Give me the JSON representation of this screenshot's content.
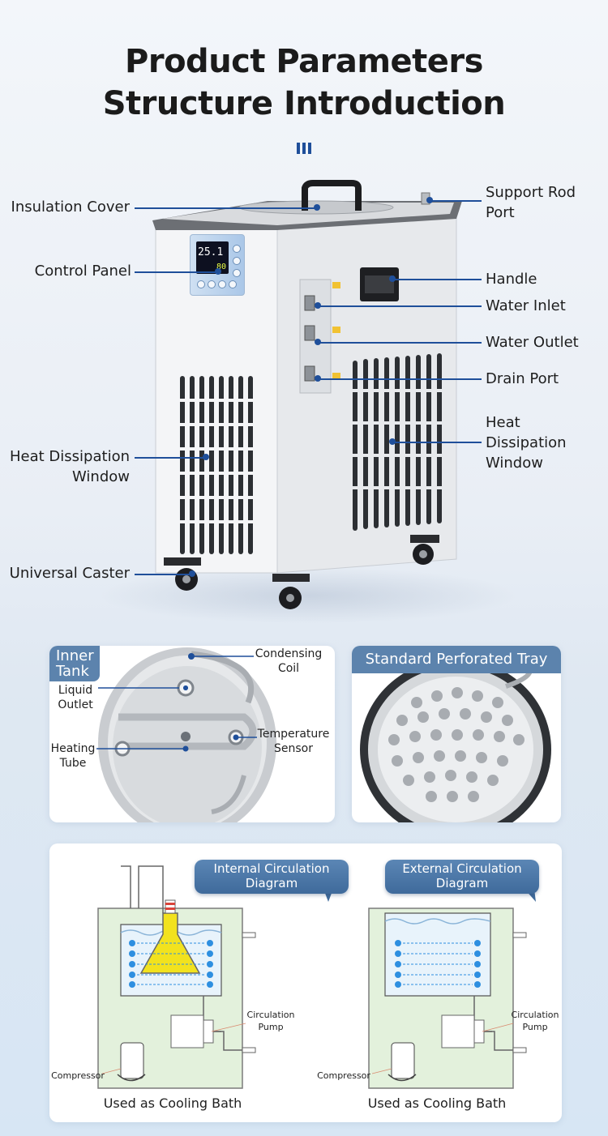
{
  "header": {
    "title_line1": "Product Parameters",
    "title_line2": "Structure Introduction"
  },
  "callouts_left": {
    "insulation_cover": "Insulation Cover",
    "control_panel": "Control Panel",
    "heat_window_line1": "Heat Dissipation",
    "heat_window_line2": "Window",
    "universal_caster": "Universal Caster"
  },
  "callouts_right": {
    "support_rod_line1": "Support Rod",
    "support_rod_line2": "Port",
    "handle": "Handle",
    "water_inlet": "Water Inlet",
    "water_outlet": "Water Outlet",
    "drain_port": "Drain Port",
    "heat_window_line1": "Heat",
    "heat_window_line2": "Dissipation",
    "heat_window_line3": "Window"
  },
  "control_screen": {
    "main_value": "25.1",
    "sub_value": "80"
  },
  "inner_tank": {
    "tag_line1": "Inner",
    "tag_line2": "Tank",
    "condensing_line1": "Condensing",
    "condensing_line2": "Coil",
    "liquid_line1": "Liquid",
    "liquid_line2": "Outlet",
    "heating_line1": "Heating",
    "heating_line2": "Tube",
    "temp_line1": "Temperature",
    "temp_line2": "Sensor"
  },
  "tray": {
    "title": "Standard Perforated Tray"
  },
  "diagrams": {
    "internal_line1": "Internal Circulation",
    "internal_line2": "Diagram",
    "external_line1": "External Circulation",
    "external_line2": "Diagram",
    "pump_line1": "Circulation",
    "pump_line2": "Pump",
    "compressor": "Compressor",
    "caption_left": "Used as Cooling Bath",
    "caption_right": "Used as Cooling Bath"
  },
  "colors": {
    "accent": "#1f4f9a",
    "tag_bg": "#5c83ad",
    "bath_green": "#e3f1dc",
    "flask_yellow": "#f2e21e",
    "coil_blue": "#2e8fe0"
  }
}
